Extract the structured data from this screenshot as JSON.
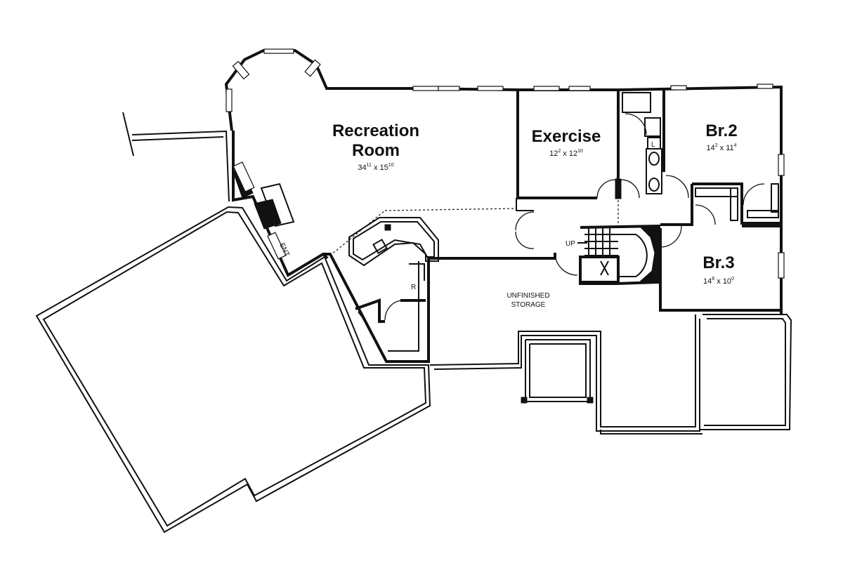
{
  "rooms": {
    "recreation": {
      "name_line1": "Recreation",
      "name_line2": "Room",
      "dim_w": "34",
      "dim_w_sup": "11",
      "dim_h": "15",
      "dim_h_sup": "10"
    },
    "exercise": {
      "name": "Exercise",
      "dim_w": "12",
      "dim_w_sup": "2",
      "dim_h": "12",
      "dim_h_sup": "10"
    },
    "br2": {
      "name": "Br.2",
      "dim_w": "14",
      "dim_w_sup": "2",
      "dim_h": "11",
      "dim_h_sup": "4"
    },
    "br3": {
      "name": "Br.3",
      "dim_w": "14",
      "dim_w_sup": "8",
      "dim_h": "10",
      "dim_h_sup": "0"
    },
    "storage": {
      "line1": "UNFINISHED",
      "line2": "STORAGE"
    }
  },
  "labels": {
    "stair_up": "UP",
    "refrigerator": "R",
    "ent": "ENT",
    "linen": "L",
    "times": "x"
  },
  "colors": {
    "ink": "#111111",
    "paper": "#ffffff"
  }
}
